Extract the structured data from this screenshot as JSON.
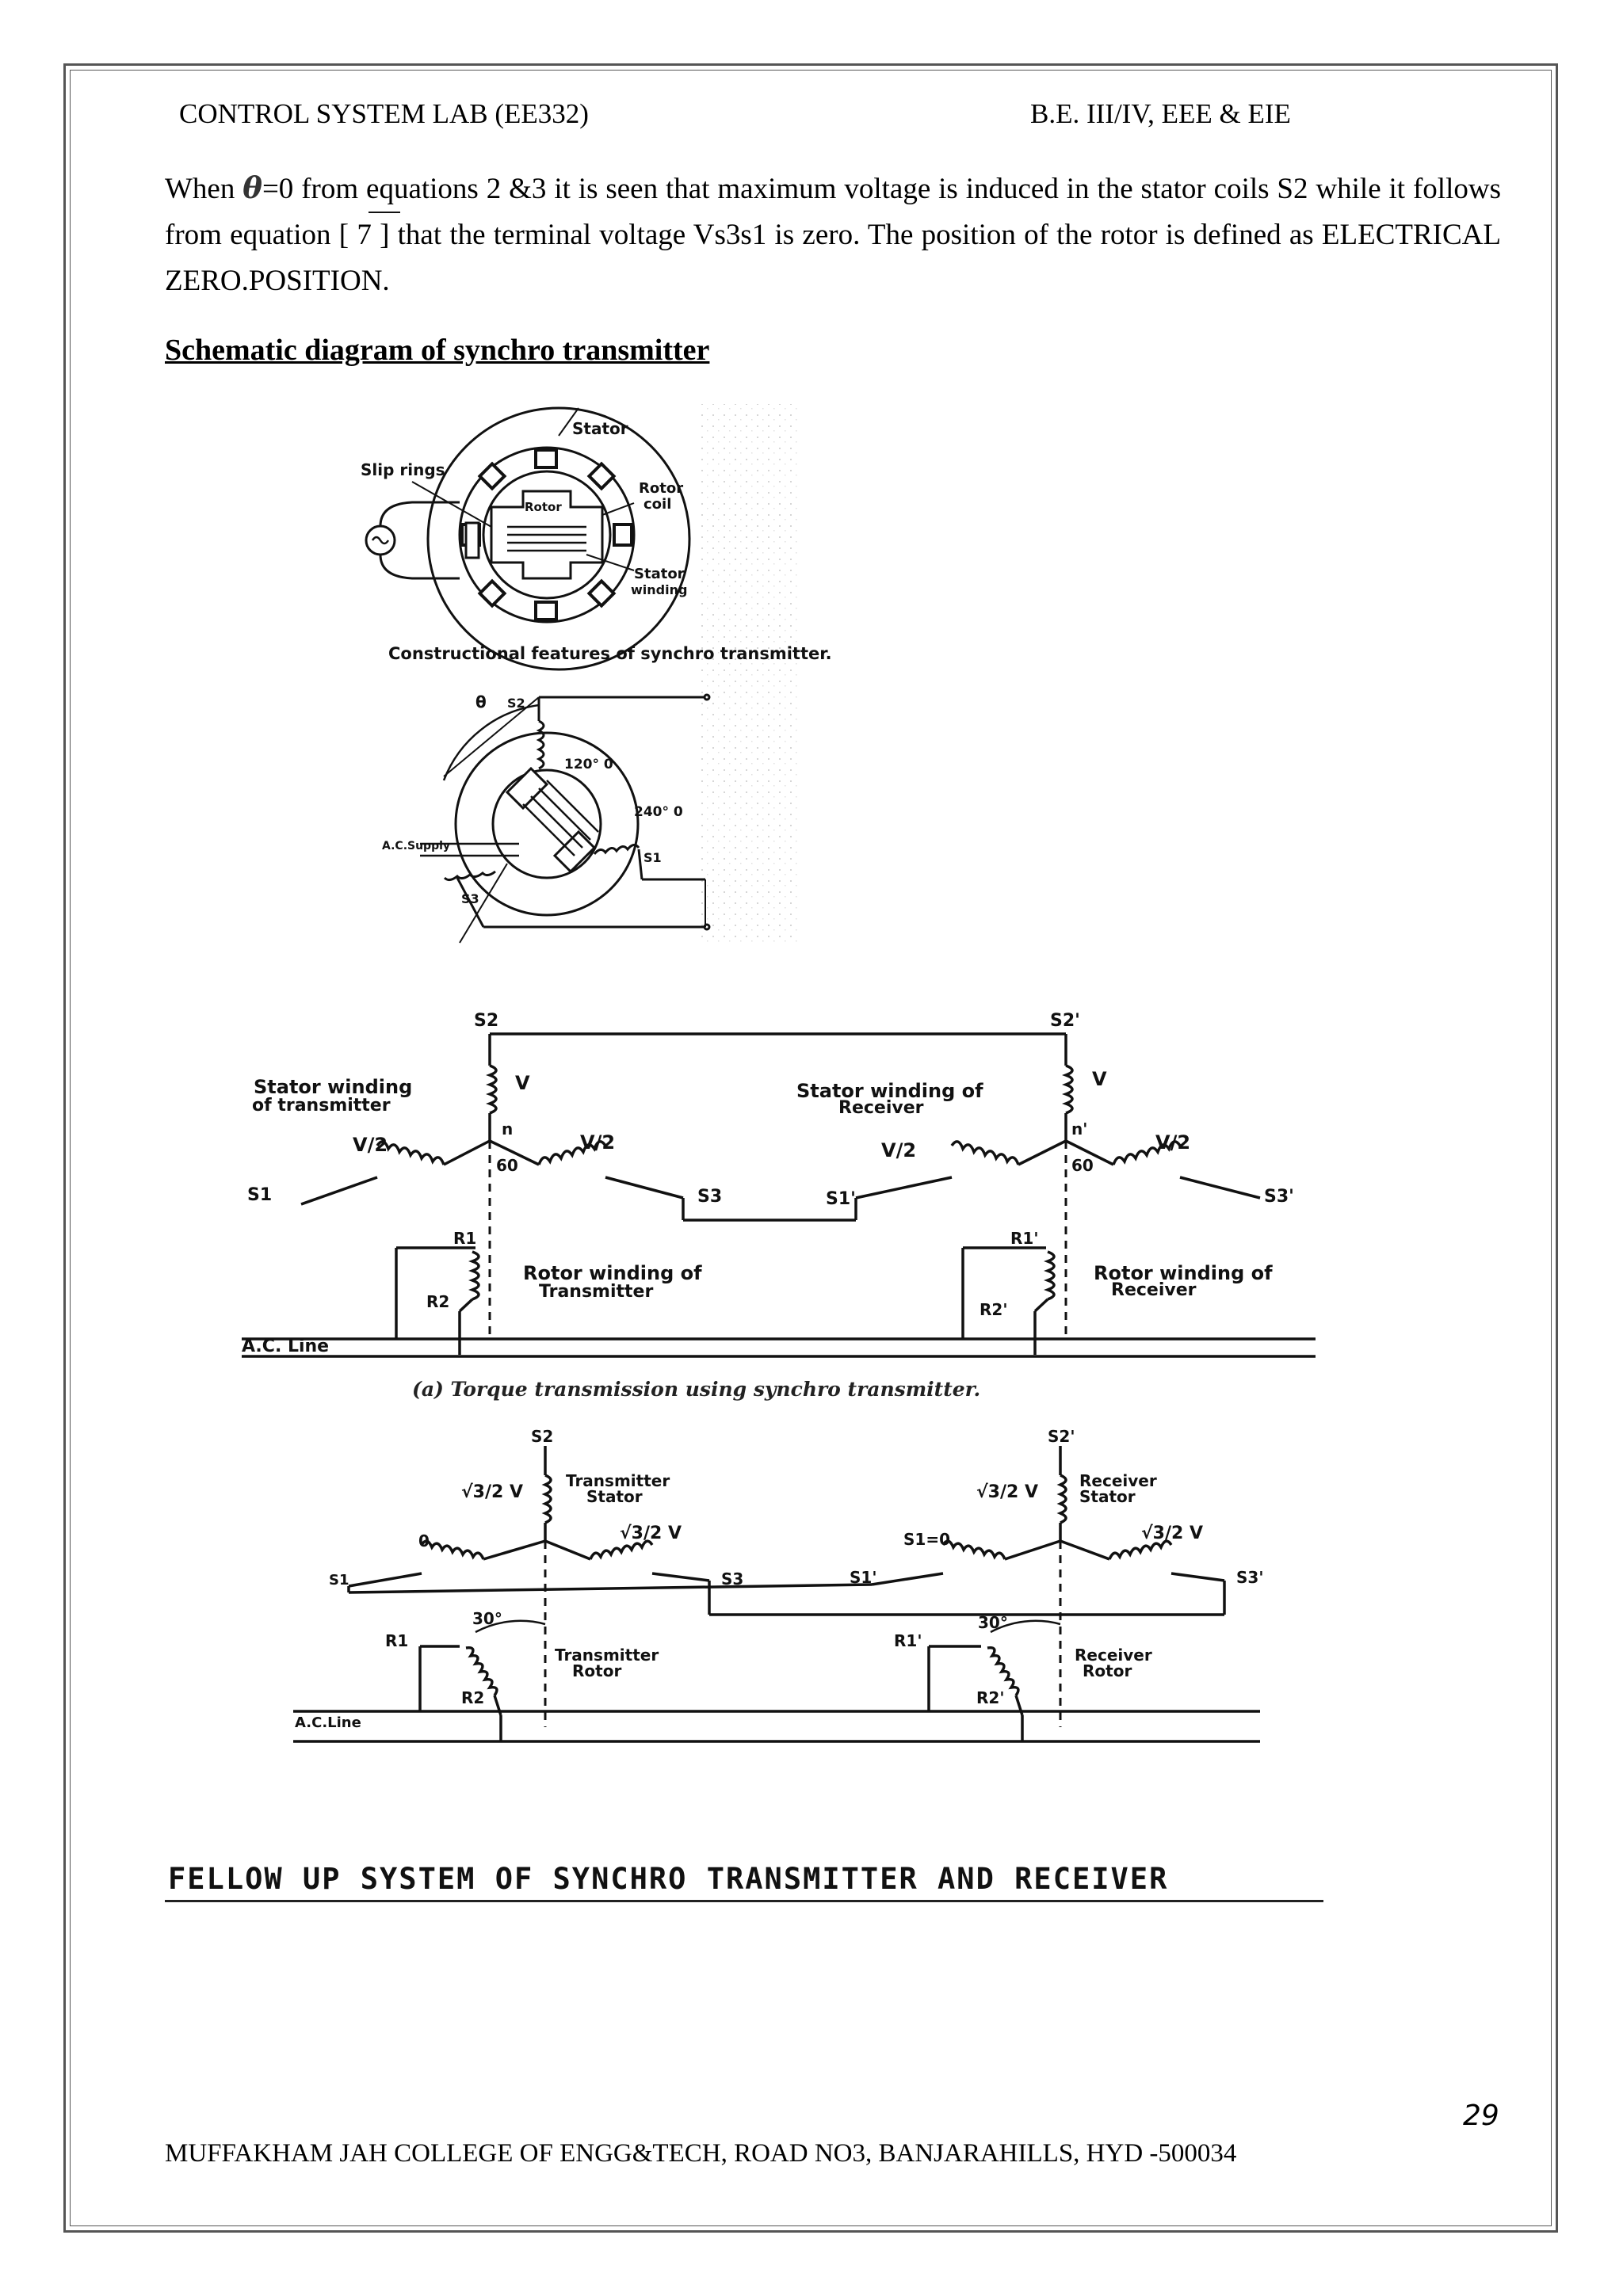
{
  "header": {
    "left": "CONTROL SYSTEM LAB (EE332)",
    "right": "B.E. III/IV, EEE & EIE"
  },
  "paragraph": {
    "before_theta": "When ",
    "theta_symbol": "θ",
    "after_theta": "=0 from equations 2 &3 it is seen that maximum voltage is induced in the stator coils S2 while it follows from equation [ 7 ] that the terminal voltage Vs3s1 is zero. The position of the rotor is defined as ELECTRICAL ZERO.POSITION."
  },
  "section_title": "Schematic diagram of synchro transmitter",
  "figure1": {
    "stator": "Stator",
    "slip_rings": "Slip rings",
    "rotor": "Rotor",
    "rotor_coil_1": "Rotor",
    "rotor_coil_2": "coil",
    "stator_winding_1": "Stator",
    "stator_winding_2": "winding",
    "caption": "Constructional features of synchro transmitter."
  },
  "figure2": {
    "theta": "θ",
    "s2": "S2",
    "s1": "S1",
    "s3": "S3",
    "angle_120": "120° 0",
    "angle_240": "240° 0",
    "ac_supply": "A.C.Supply"
  },
  "figure3": {
    "s2": "S2",
    "s2p": "S2'",
    "v_left": "V",
    "v_right": "V",
    "stator_tx_1": "Stator winding",
    "stator_tx_2": "of transmitter",
    "stator_rx_1": "Stator winding of",
    "stator_rx_2": "Receiver",
    "n": "n",
    "np": "n'",
    "v2_a": "V/2",
    "v2_b": "V/2",
    "v2_c": "V/2",
    "v2_d": "V/2",
    "deg60_l": "60",
    "deg60_r": "60",
    "s1": "S1",
    "s3": "S3",
    "s1p": "S1'",
    "s3p": "S3'",
    "r1": "R1",
    "r2": "R2",
    "r1p": "R1'",
    "r2p": "R2'",
    "rotor_tx_1": "Rotor winding of",
    "rotor_tx_2": "Transmitter",
    "rotor_rx_1": "Rotor winding of",
    "rotor_rx_2": "Receiver",
    "ac_line": "A.C. Line",
    "caption": "(a) Torque transmission using synchro transmitter."
  },
  "figure4": {
    "s2": "S2",
    "s2p": "S2'",
    "v_tx": "√3/2 V",
    "v_rx": "√3/2 V",
    "tx_stator_1": "Transmitter",
    "tx_stator_2": "Stator",
    "rx_stator_1": "Receiver",
    "rx_stator_2": "Stator",
    "zero": "0",
    "s1_zero": "S1=0",
    "v_tx2": "√3/2 V",
    "v_rx2": "√3/2 V",
    "s1": "S1",
    "s3": "S3",
    "s1p": "S1'",
    "s3p": "S3'",
    "deg30_l": "30°",
    "deg30_r": "30°",
    "r1": "R1",
    "r2": "R2",
    "r1p": "R1'",
    "r2p": "R2'",
    "tx_rotor_1": "Transmitter",
    "tx_rotor_2": "Rotor",
    "rx_rotor_1": "Receiver",
    "rx_rotor_2": "Rotor",
    "ac_line": "A.C.Line"
  },
  "bottom_title": "FELLOW UP SYSTEM OF SYNCHRO TRANSMITTER AND RECEIVER",
  "page_number": "29",
  "footer_address": "MUFFAKHAM JAH COLLEGE OF ENGG&TECH, ROAD NO3, BANJARAHILLS, HYD -500034"
}
